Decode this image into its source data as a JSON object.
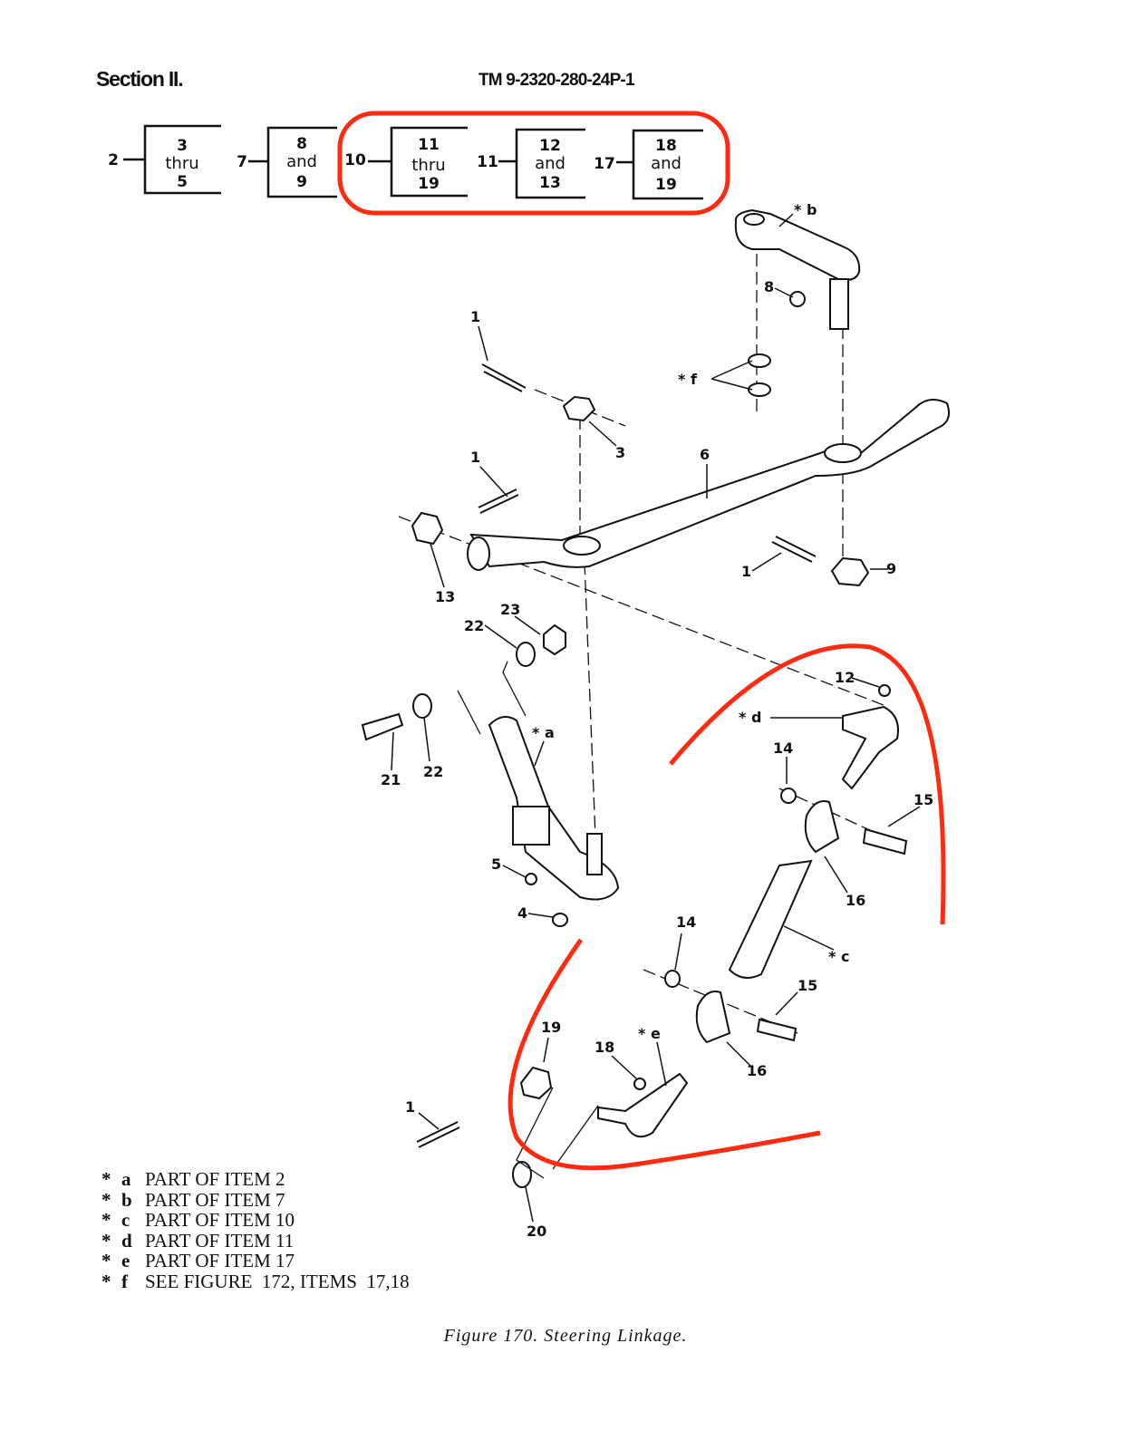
{
  "header": {
    "section": "Section II.",
    "tm_number": "TM 9-2320-280-24P-1"
  },
  "groups": [
    {
      "parent": "2",
      "top": "3",
      "mid": "thru",
      "bottom": "5"
    },
    {
      "parent": "7",
      "top": "8",
      "mid": "and",
      "bottom": "9"
    },
    {
      "parent": "10",
      "top": "11",
      "mid": "thru",
      "bottom": "19"
    },
    {
      "parent": "11",
      "top": "12",
      "mid": "and",
      "bottom": "13"
    },
    {
      "parent": "17",
      "top": "18",
      "mid": "and",
      "bottom": "19"
    }
  ],
  "callouts": [
    "1",
    "3",
    "6",
    "1",
    "13",
    "1",
    "9",
    "8",
    "* f",
    "* b",
    "23",
    "22",
    "* a",
    "21",
    "22",
    "5",
    "4",
    "12",
    "* d",
    "14",
    "15",
    "16",
    "* c",
    "14",
    "15",
    "16",
    "19",
    "18",
    "* e",
    "1",
    "20"
  ],
  "legend": [
    {
      "key": "a",
      "text": "PART OF ITEM  2"
    },
    {
      "key": "b",
      "text": "PART OF ITEM  7"
    },
    {
      "key": "c",
      "text": "PART OF ITEM  10"
    },
    {
      "key": "d",
      "text": "PART OF ITEM  11"
    },
    {
      "key": "e",
      "text": "PART OF ITEM  17"
    },
    {
      "key": "f",
      "text": "SEE FIGURE  172, ITEMS  17,18"
    }
  ],
  "legend_star": "*",
  "caption": "Figure 170.  Steering Linkage.",
  "colors": {
    "highlight": "#ff2a10",
    "ink": "#111111"
  }
}
